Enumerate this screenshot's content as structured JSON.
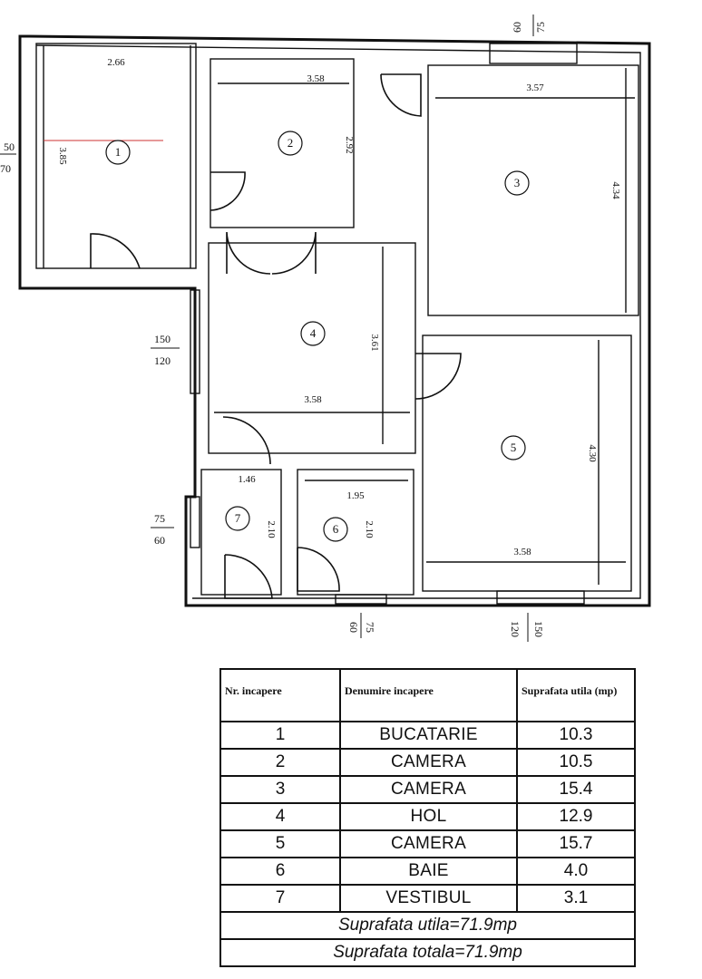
{
  "plan": {
    "rooms": [
      {
        "number": "1",
        "width": "2.66",
        "height": "3.85"
      },
      {
        "number": "2",
        "width": "3.58",
        "height": "2.92"
      },
      {
        "number": "3",
        "width": "3.57",
        "height": "4.34"
      },
      {
        "number": "4",
        "width": "3.58",
        "height": "3.61"
      },
      {
        "number": "5",
        "width": "3.58",
        "height": "4.30"
      },
      {
        "number": "6",
        "width": "1.95",
        "height": "2.10"
      },
      {
        "number": "7",
        "width": "1.46",
        "height": "2.10"
      }
    ],
    "openings": {
      "left_upper_top": "150",
      "left_upper_bottom": "120",
      "left_top_partial_a": "50",
      "left_top_partial_b": "70",
      "left_lower_top": "75",
      "left_lower_bottom": "60",
      "top_a": "60",
      "top_b": "75",
      "bottom_a": "60",
      "bottom_b": "75",
      "bottom_c": "120",
      "bottom_d": "150"
    }
  },
  "table": {
    "headers": {
      "nr": "Nr. incapere",
      "name": "Denumire incapere",
      "area": "Suprafata utila (mp)"
    },
    "rows": [
      {
        "nr": "1",
        "name": "BUCATARIE",
        "area": "10.3"
      },
      {
        "nr": "2",
        "name": "CAMERA",
        "area": "10.5"
      },
      {
        "nr": "3",
        "name": "CAMERA",
        "area": "15.4"
      },
      {
        "nr": "4",
        "name": "HOL",
        "area": "12.9"
      },
      {
        "nr": "5",
        "name": "CAMERA",
        "area": "15.7"
      },
      {
        "nr": "6",
        "name": "BAIE",
        "area": "4.0"
      },
      {
        "nr": "7",
        "name": "VESTIBUL",
        "area": "3.1"
      }
    ],
    "useful_total": "Suprafata utila=71.9mp",
    "total": "Suprafata totala=71.9mp"
  }
}
